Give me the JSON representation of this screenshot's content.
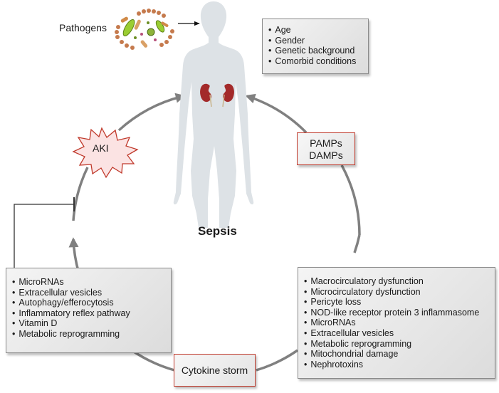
{
  "pathogens_label": "Pathogens",
  "sepsis_label": "Sepsis",
  "aki_label": "AKI",
  "risk_factors": [
    "Age",
    "Gender",
    "Genetic background",
    "Comorbid conditions"
  ],
  "pamps_damps": [
    "PAMPs",
    "DAMPs"
  ],
  "protective_pathways": [
    "MicroRNAs",
    "Extracellular vesicles",
    "Autophagy/efferocytosis",
    "Inflammatory reflex pathway",
    "Vitamin D",
    "Metabolic reprogramming"
  ],
  "injury_mechanisms": [
    "Macrocirculatory dysfunction",
    "Microcirculatory dysfunction",
    "Pericyte loss",
    "NOD-like receptor protein 3 inflammasome",
    "MicroRNAs",
    "Extracellular vesicles",
    "Metabolic reprogramming",
    "Mitochondrial damage",
    "Nephrotoxins"
  ],
  "cytokine_storm": "Cytokine storm",
  "colors": {
    "cycle_arrow": "#808080",
    "box_border_red": "#c0392b",
    "aki_fill": "#fbe3e3",
    "kidney": "#a32a2a",
    "silhouette": "#dde2e6",
    "inhibit_line": "#333333"
  },
  "icons": {
    "pathogens": "bacteria-cluster-icon",
    "body": "human-silhouette-icon",
    "kidneys": "kidney-pair-icon"
  }
}
